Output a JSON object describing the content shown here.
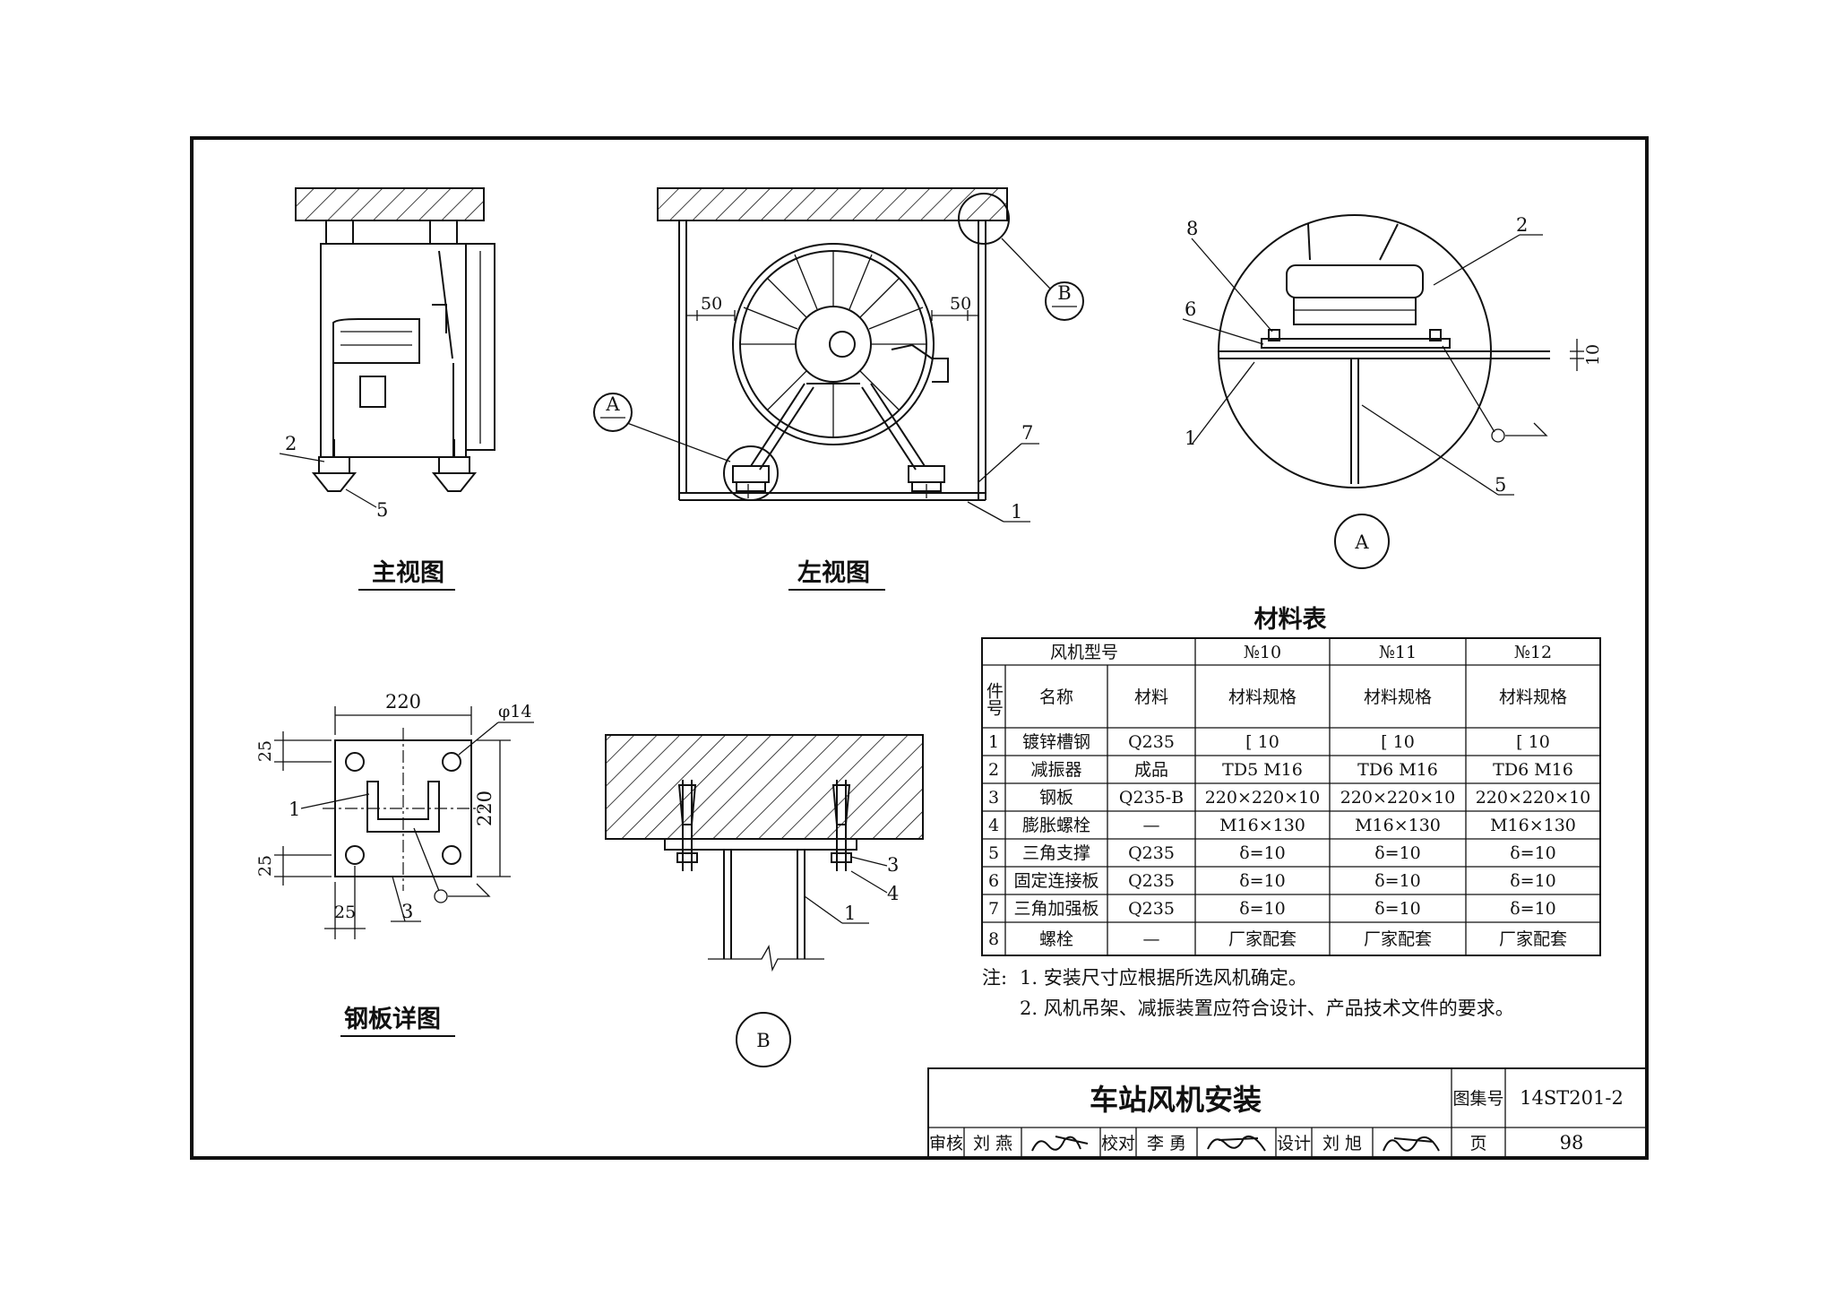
{
  "views": {
    "front": {
      "title": "主视图",
      "callouts": [
        "2",
        "5"
      ]
    },
    "left": {
      "title": "左视图",
      "dims": [
        "50",
        "50"
      ],
      "callouts": [
        "7",
        "1"
      ],
      "detail_refs": [
        "A",
        "B"
      ]
    },
    "detail_a": {
      "ref": "A",
      "callouts": [
        "8",
        "2",
        "6",
        "1",
        "5"
      ],
      "dim": "10"
    },
    "plate": {
      "title": "钢板详图",
      "dims": [
        "220",
        "220",
        "25",
        "25",
        "25"
      ],
      "hole": "φ14",
      "callouts": [
        "1",
        "3"
      ]
    },
    "detail_b": {
      "ref": "B",
      "callouts": [
        "3",
        "4",
        "1"
      ]
    }
  },
  "material_table": {
    "title": "材料表",
    "model_label": "风机型号",
    "col_no": "件号",
    "col_name": "名称",
    "col_material": "材料",
    "models": [
      "№10",
      "№11",
      "№12"
    ],
    "spec_label": "材料规格",
    "rows": [
      {
        "no": "1",
        "name": "镀锌槽钢",
        "material": "Q235",
        "specs": [
          "[ 10",
          "[ 10",
          "[ 10"
        ]
      },
      {
        "no": "2",
        "name": "减振器",
        "material": "成品",
        "specs": [
          "TD5 M16",
          "TD6 M16",
          "TD6 M16"
        ]
      },
      {
        "no": "3",
        "name": "钢板",
        "material": "Q235-B",
        "specs": [
          "220×220×10",
          "220×220×10",
          "220×220×10"
        ]
      },
      {
        "no": "4",
        "name": "膨胀螺栓",
        "material": "—",
        "specs": [
          "M16×130",
          "M16×130",
          "M16×130"
        ]
      },
      {
        "no": "5",
        "name": "三角支撑",
        "material": "Q235",
        "specs": [
          "δ=10",
          "δ=10",
          "δ=10"
        ]
      },
      {
        "no": "6",
        "name": "固定连接板",
        "material": "Q235",
        "specs": [
          "δ=10",
          "δ=10",
          "δ=10"
        ]
      },
      {
        "no": "7",
        "name": "三角加强板",
        "material": "Q235",
        "specs": [
          "δ=10",
          "δ=10",
          "δ=10"
        ]
      },
      {
        "no": "8",
        "name": "螺栓",
        "material": "—",
        "specs": [
          "厂家配套",
          "厂家配套",
          "厂家配套"
        ]
      }
    ]
  },
  "notes": {
    "prefix": "注:",
    "items": [
      "1. 安装尺寸应根据所选风机确定。",
      "2. 风机吊架、减振装置应符合设计、产品技术文件的要求。"
    ]
  },
  "title_block": {
    "title": "车站风机安装",
    "atlas_label": "图集号",
    "atlas_no": "14ST201-2",
    "page_label": "页",
    "page_no": "98",
    "review_label": "审核",
    "reviewer": "刘 燕",
    "check_label": "校对",
    "checker": "李 勇",
    "design_label": "设计",
    "designer": "刘 旭"
  }
}
